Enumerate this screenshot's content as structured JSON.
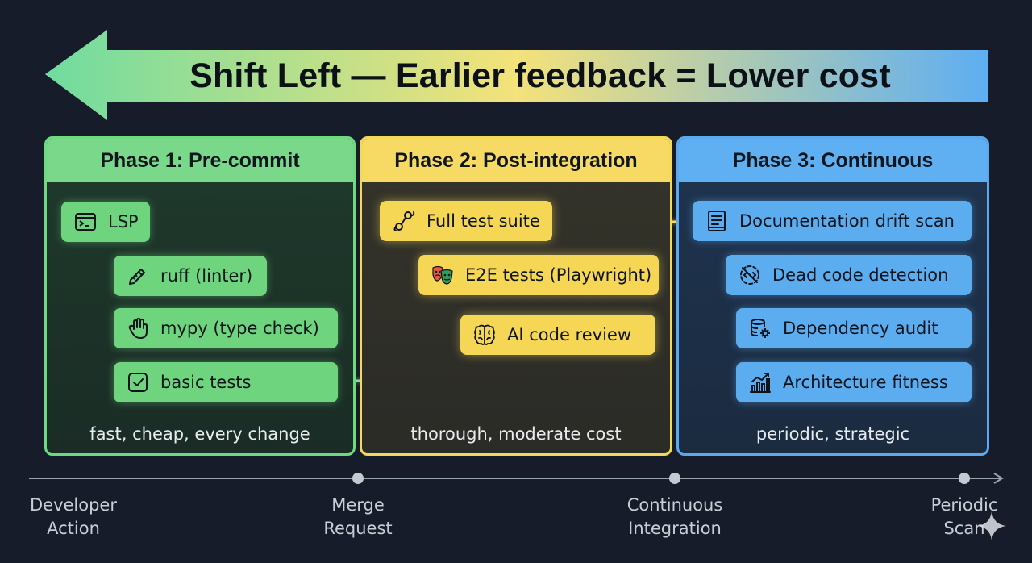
{
  "banner": {
    "title": "Shift Left — Earlier feedback = Lower cost"
  },
  "phases": [
    {
      "title": "Phase 1: Pre-commit",
      "footer": "fast, cheap, every change",
      "items": [
        {
          "label": "LSP",
          "icon": "terminal-icon"
        },
        {
          "label": "ruff (linter)",
          "icon": "pencil-icon"
        },
        {
          "label": "mypy (type check)",
          "icon": "hand-icon"
        },
        {
          "label": "basic tests",
          "icon": "checkbox-icon"
        }
      ]
    },
    {
      "title": "Phase 2: Post-integration",
      "footer": "thorough, moderate cost",
      "items": [
        {
          "label": "Full test suite",
          "icon": "flow-icon"
        },
        {
          "label": "E2E tests (Playwright)",
          "icon": "theater-masks-icon"
        },
        {
          "label": "AI code review",
          "icon": "brain-icon"
        }
      ]
    },
    {
      "title": "Phase 3: Continuous",
      "footer": "periodic, strategic",
      "items": [
        {
          "label": "Documentation drift scan",
          "icon": "document-icon"
        },
        {
          "label": "Dead code detection",
          "icon": "dead-code-icon"
        },
        {
          "label": "Dependency audit",
          "icon": "database-gear-icon"
        },
        {
          "label": "Architecture fitness",
          "icon": "bar-chart-icon"
        }
      ]
    }
  ],
  "timeline": {
    "stages": [
      {
        "line1": "Developer",
        "line2": "Action"
      },
      {
        "line1": "Merge",
        "line2": "Request"
      },
      {
        "line1": "Continuous",
        "line2": "Integration"
      },
      {
        "line1": "Periodic",
        "line2": "Scan"
      }
    ]
  },
  "colors": {
    "background": "#161c29",
    "phase1": "#7ad88a",
    "phase2": "#f6da63",
    "phase3": "#5fb0f2"
  }
}
